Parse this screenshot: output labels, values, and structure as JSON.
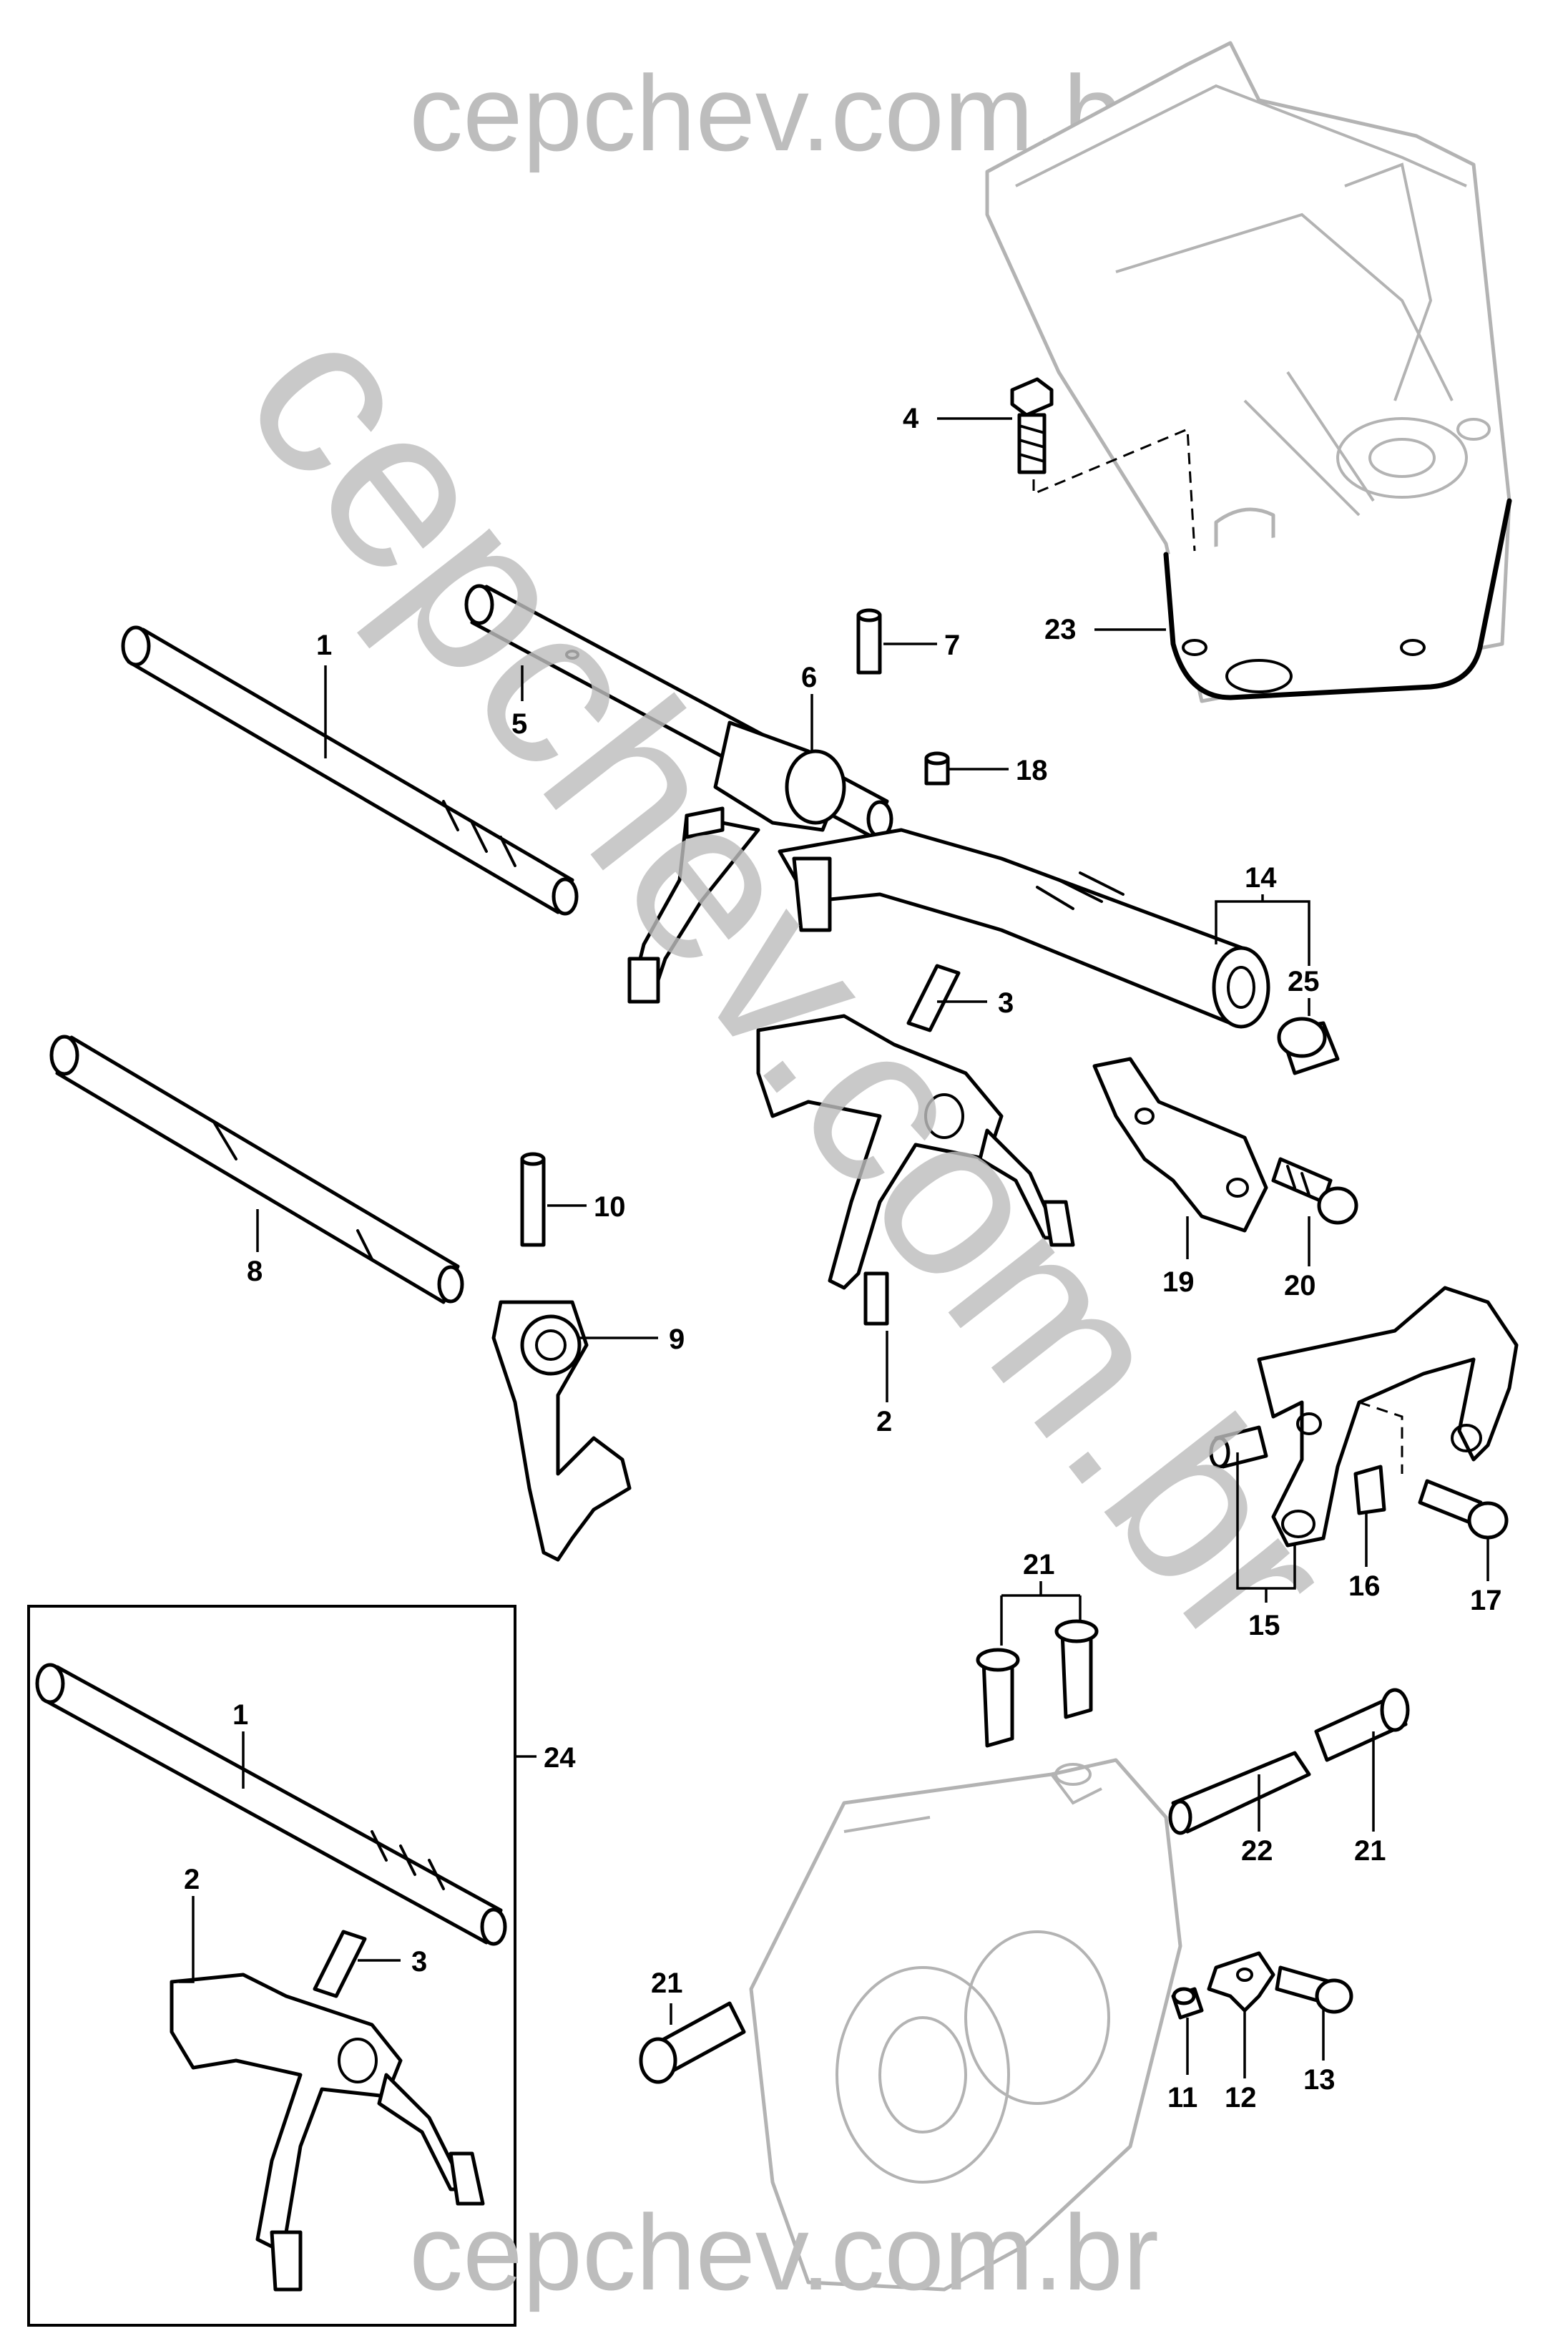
{
  "watermark": {
    "top": "cepchev.com.br",
    "diagonal": "cepchev.com.br",
    "bottom": "cepchev.com.br"
  },
  "labels": {
    "p1": "1",
    "p5": "5",
    "p6": "6",
    "p7": "7",
    "p4": "4",
    "p23": "23",
    "p18": "18",
    "p14": "14",
    "p25": "25",
    "p3": "3",
    "p10": "10",
    "p8": "8",
    "p9": "9",
    "p2": "2",
    "p19": "19",
    "p20": "20",
    "p15": "15",
    "p16": "16",
    "p17": "17",
    "p21a": "21",
    "p22": "22",
    "p21b": "21",
    "p24": "24",
    "p1b": "1",
    "p2b": "2",
    "p3b": "3",
    "p21c": "21",
    "p11": "11",
    "p12": "12",
    "p13": "13"
  },
  "colors": {
    "line": "#000000",
    "ghost": "#b3b3b3",
    "watermark": "#bdbdbd"
  }
}
